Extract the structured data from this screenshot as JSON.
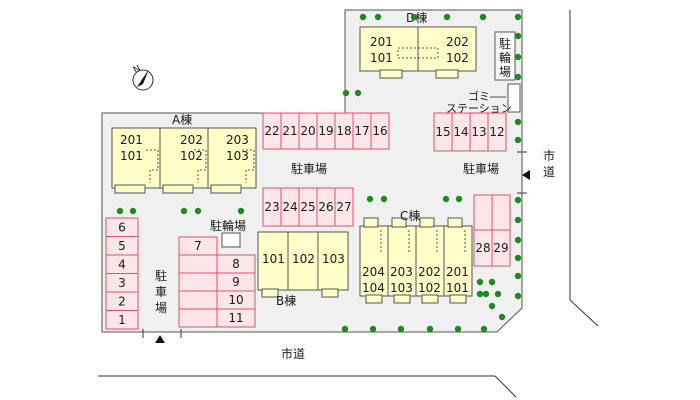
{
  "labels": {
    "bldg_a": "A棟",
    "bldg_b": "B棟",
    "bldg_c": "C棟",
    "bldg_d": "D棟",
    "parking_top": "駐車場",
    "parking_right": "駐車場",
    "parking_left": [
      "駐",
      "車",
      "場"
    ],
    "bike_d": [
      "駐",
      "輪",
      "場"
    ],
    "bike_mid": "駐輪場",
    "garbage": [
      "ゴミ",
      "ステーション"
    ],
    "city_road_bottom": "市道",
    "city_road_right": [
      "市",
      "道"
    ],
    "north": "N"
  },
  "units": {
    "a": {
      "top": [
        "201",
        "202",
        "203"
      ],
      "bottom": [
        "101",
        "102",
        "103"
      ]
    },
    "b": [
      "101",
      "102",
      "103"
    ],
    "c": {
      "top": [
        "204",
        "203",
        "202",
        "201"
      ],
      "bottom": [
        "104",
        "103",
        "102",
        "101"
      ]
    },
    "d": {
      "top": [
        "201",
        "202"
      ],
      "bottom": [
        "101",
        "102"
      ]
    }
  },
  "parking": {
    "top_row": [
      "22",
      "21",
      "20",
      "19",
      "18",
      "17",
      "16"
    ],
    "right_top_row": [
      "15",
      "14",
      "13",
      "12"
    ],
    "mid_row": [
      "23",
      "24",
      "25",
      "26",
      "27"
    ],
    "right_pair": [
      "28",
      "29"
    ],
    "left_col": [
      "6",
      "5",
      "4",
      "3",
      "2",
      "1"
    ],
    "center_left": "7",
    "center_col": [
      "8",
      "9",
      "10",
      "11"
    ]
  },
  "colors": {
    "building_fill": "#ffffc8",
    "parking_stroke": "#e0506e",
    "parking_fill": "#fde6ea",
    "lot": "#f0f0f0",
    "tree": "#1e8a1e"
  }
}
